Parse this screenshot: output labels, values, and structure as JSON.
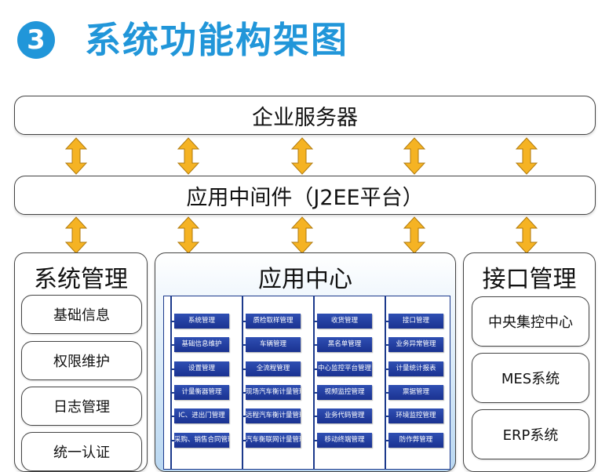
{
  "header": {
    "number": "3",
    "title": "系统功能构架图"
  },
  "layers": {
    "enterprise_server": "企业服务器",
    "middleware": "应用中间件（J2EE平台）"
  },
  "system_management": {
    "title": "系统管理",
    "items": [
      "基础信息",
      "权限维护",
      "日志管理",
      "统一认证"
    ]
  },
  "application_center": {
    "title": "应用中心",
    "columns": [
      [
        "系统管理",
        "基础信息维护",
        "设置管理",
        "计量衡器管理",
        "IC、进出门管理",
        "采购、销售合同管理"
      ],
      [
        "质检取样管理",
        "车辆管理",
        "全流程管理",
        "现场汽车衡计量管理",
        "远程汽车衡计量管理",
        "汽车衡联网计量管理"
      ],
      [
        "收货管理",
        "黑名单管理",
        "中心监控平台管理",
        "视频监控管理",
        "业务代码管理",
        "移动终端管理"
      ],
      [
        "接口管理",
        "业务异常管理",
        "计量统计报表",
        "票据管理",
        "环境监控管理",
        "防作弊管理"
      ]
    ]
  },
  "interface_management": {
    "title": "接口管理",
    "items": [
      "中央集控中心",
      "MES系统",
      "ERP系统"
    ]
  },
  "colors": {
    "accent": "#2196d9",
    "arrow": "#f5b323",
    "chip": "#1f3a9a"
  }
}
